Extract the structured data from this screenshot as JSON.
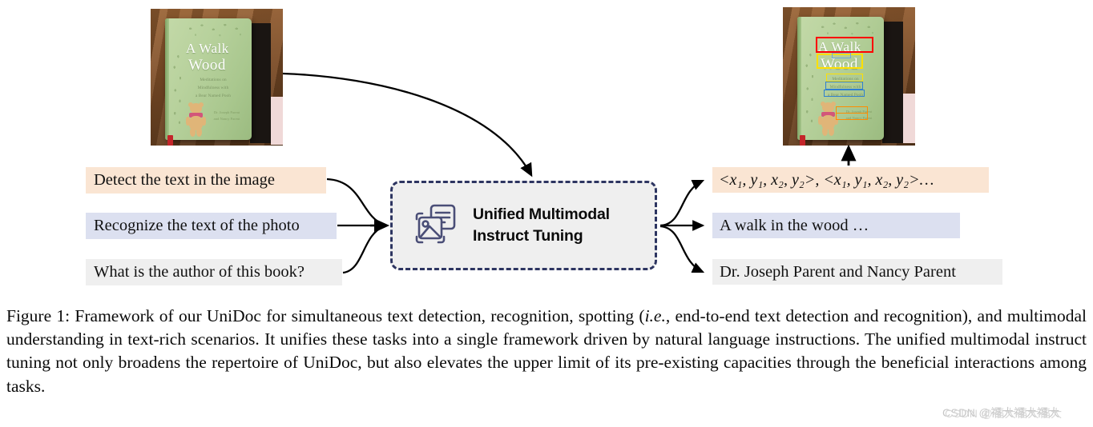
{
  "figure": {
    "caption_label": "Figure 1:",
    "caption_part1": "Figure 1: Framework of our UniDoc for simultaneous text detection, recognition, spotting (",
    "caption_italic": "i.e.",
    "caption_part2": ", end-to-end text detection and recognition), and multimodal understanding in text-rich scenarios. It unifies these tasks into a single framework driven by natural language instructions. The unified multimodal instruct tuning not only broadens the repertoire of UniDoc, but also elevates the upper limit of its pre-existing capacities through the beneficial interactions among tasks."
  },
  "module": {
    "line1": "Unified Multimodal",
    "line2": "Instruct Tuning",
    "icon": "image-document-icon",
    "border_color": "#2d3561",
    "fill_color": "#efefef"
  },
  "prompts": [
    {
      "text": "Detect the text in the image",
      "color": "#fae5d3",
      "name": "prompt-detect"
    },
    {
      "text": "Recognize the text of the photo",
      "color": "#dce0f0",
      "name": "prompt-recognize"
    },
    {
      "text": "What is the author of this book?",
      "color": "#efefef",
      "name": "prompt-author"
    }
  ],
  "outputs": [
    {
      "text": "<x₁, y₁, x₂, y₂>, <x₁, y₁, x₂, y₂>…",
      "color": "#fae5d3",
      "name": "output-coordinates"
    },
    {
      "text": "A walk in the wood …",
      "color": "#dce0f0",
      "name": "output-recognition"
    },
    {
      "text": "Dr. Joseph Parent and Nancy Parent",
      "color": "#efefef",
      "name": "output-answer"
    }
  ],
  "book": {
    "title_line1": "A Walk",
    "title_line2": "Wood",
    "subtitle_line1": "Meditations on",
    "subtitle_line2": "Mindfulness with",
    "subtitle_line3": "a Bear Named Pooh",
    "author_line1": "Dr. Joseph Parent",
    "author_line2": "and Nancy Parent"
  },
  "detections": [
    {
      "label": "A Walk",
      "color": "#ff0000",
      "name": "detection-box-title-1"
    },
    {
      "label": "Wood",
      "color": "#ffe000",
      "name": "detection-box-title-2"
    },
    {
      "label": "Meditations on",
      "color": "#ffe000",
      "name": "detection-box-subtitle-1"
    },
    {
      "label": "Mindfulness with",
      "color": "#2f7fd0",
      "name": "detection-box-subtitle-2"
    },
    {
      "label": "a Bear Named Pooh",
      "color": "#2f7fd0",
      "name": "detection-box-subtitle-3"
    },
    {
      "label": "Dr. Joseph Parent",
      "color": "#ff8c00",
      "name": "detection-box-author-1"
    },
    {
      "label": "and Nancy Parent",
      "color": "#ff8c00",
      "name": "detection-box-author-2"
    }
  ],
  "watermark": {
    "text": "CSDN @福大福大福大"
  }
}
